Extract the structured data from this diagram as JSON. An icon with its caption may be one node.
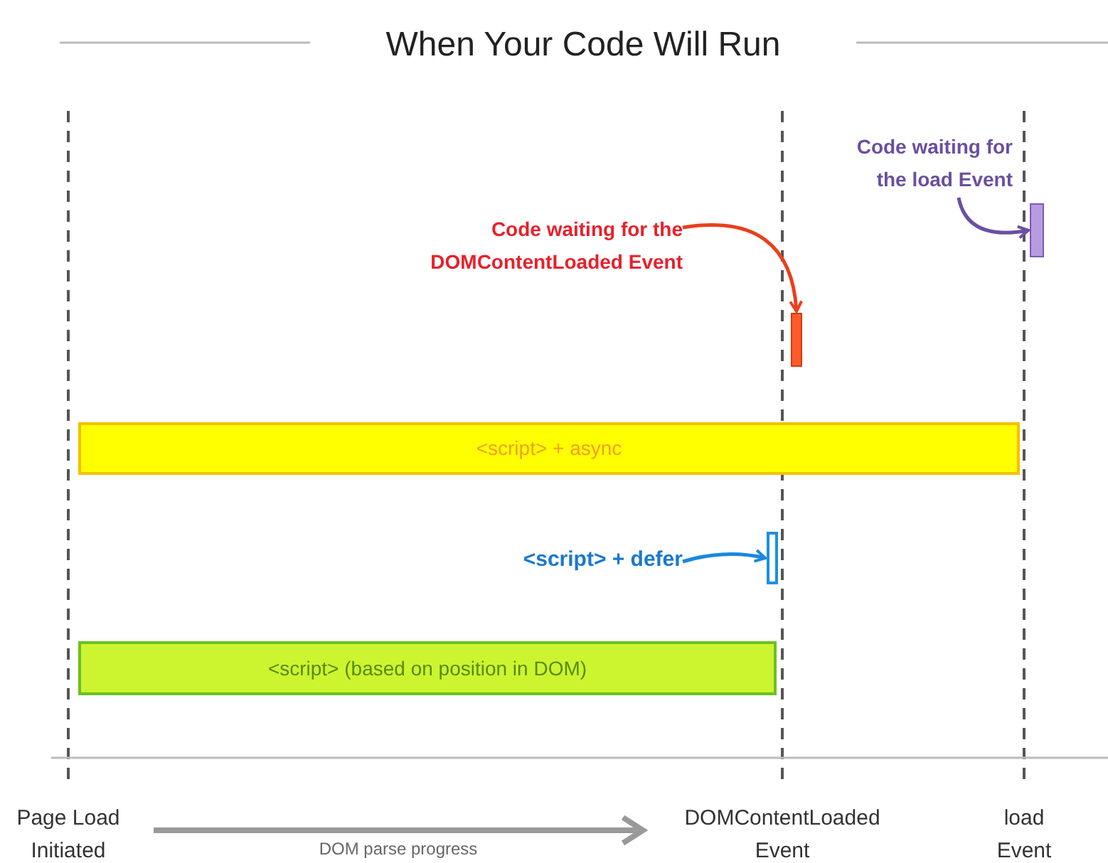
{
  "diagram": {
    "title": "When Your Code Will Run",
    "nodes": [
      {
        "text": [
          "Code waiting for the DOMContentLoaded Event"
        ]
      },
      {
        "text": [],
        "shape": "bar"
      },
      {
        "text": [
          "Code waiting for the load Event"
        ]
      },
      {
        "text": [],
        "shape": "bar"
      },
      {
        "text": [
          "<script> + async"
        ]
      },
      {
        "text": [
          "<script> + defer"
        ]
      },
      {
        "text": [],
        "shape": "bar"
      },
      {
        "text": [
          "<script> (based on position in DOM)"
        ]
      }
    ],
    "edges": [
      {
        "from": 0,
        "to": 1,
        "arrow": "to",
        "color": "#e8401c"
      },
      {
        "from": 2,
        "to": 3,
        "arrow": "to",
        "color": "#6a4fa0"
      },
      {
        "from": 5,
        "to": 6,
        "arrow": "to",
        "color": "#1a88e0"
      }
    ],
    "labels": [
      "Page Load Initiated",
      "DOM parse progress",
      "DOMContentLoaded Event",
      "load Event"
    ]
  }
}
